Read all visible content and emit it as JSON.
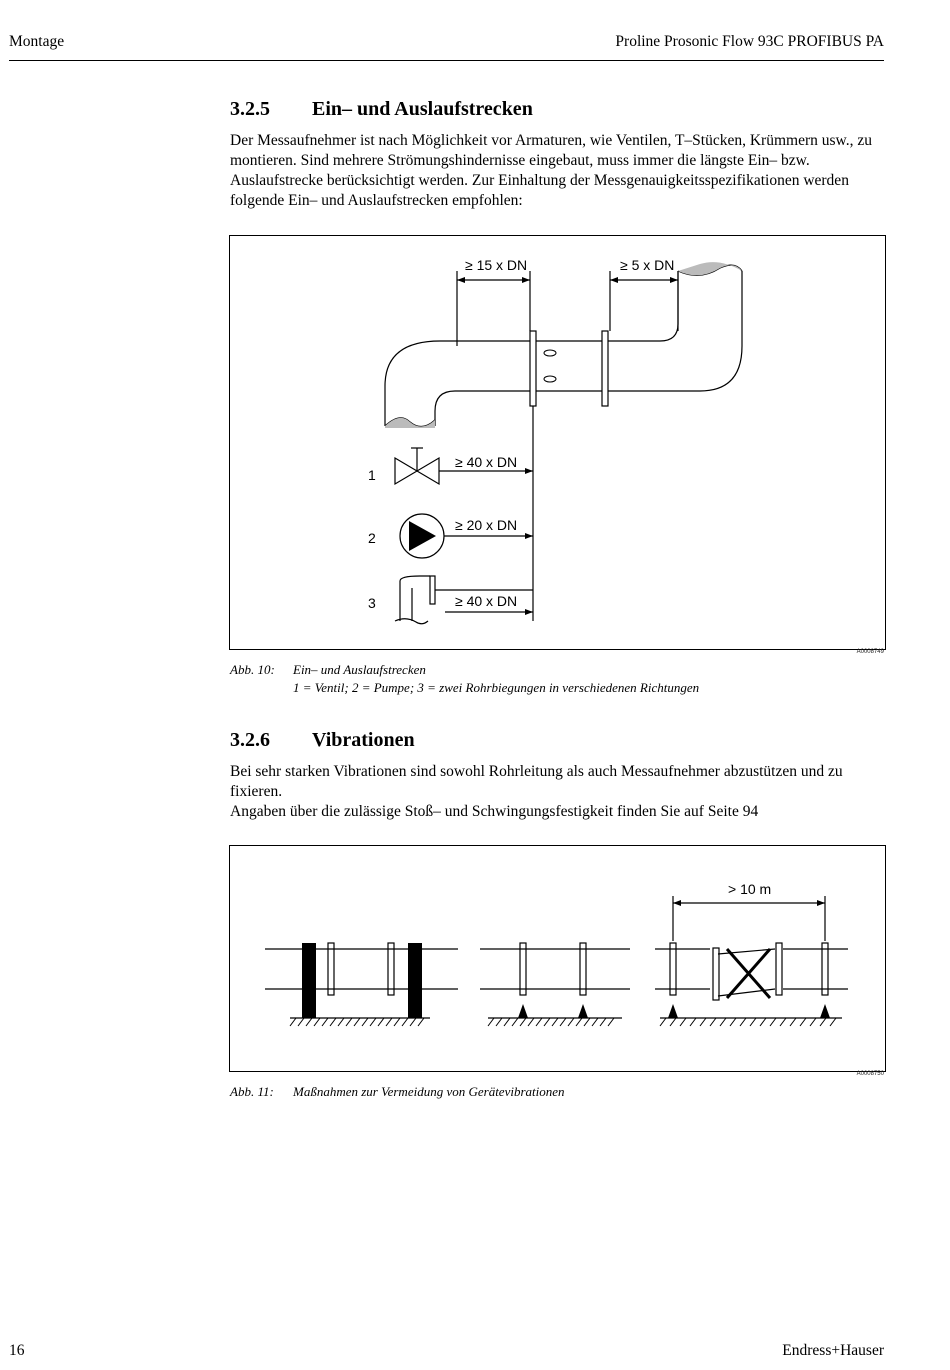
{
  "header": {
    "left": "Montage",
    "right": "Proline Prosonic Flow 93C PROFIBUS PA"
  },
  "section_325": {
    "number": "3.2.5",
    "title": "Ein– und Auslaufstrecken",
    "body": "Der Messaufnehmer ist nach Möglichkeit vor Armaturen, wie Ventilen, T–Stücken, Krümmern usw., zu montieren. Sind mehrere Strömungshindernisse eingebaut, muss immer die längste Ein– bzw. Auslaufstrecke berücksichtigt werden. Zur Einhaltung der Messgenauigkeitsspezifikationen werden folgende Ein– und Auslaufstrecken empfohlen:"
  },
  "figure10": {
    "labels": {
      "inlet": "≥ 15 x DN",
      "outlet": "≥ 5 x DN",
      "valve_dist": "≥ 40 x DN",
      "pump_dist": "≥ 20 x DN",
      "bends_dist": "≥ 40 x DN",
      "n1": "1",
      "n2": "2",
      "n3": "3"
    },
    "id": "A0008749",
    "caption_label": "Abb. 10:",
    "caption_title": "Ein– und Auslaufstrecken",
    "caption_legend": "1 = Ventil; 2 = Pumpe; 3 = zwei Rohrbiegungen in verschiedenen Richtungen"
  },
  "section_326": {
    "number": "3.2.6",
    "title": "Vibrationen",
    "body1": "Bei sehr starken Vibrationen sind sowohl Rohrleitung als auch Messaufnehmer abzustützen und zu fixieren.",
    "body2": "Angaben über die zulässige Stoß– und Schwingungsfestigkeit finden Sie auf Seite 94"
  },
  "figure11": {
    "label_distance": "> 10 m",
    "id": "A0008750",
    "caption_label": "Abb. 11:",
    "caption_title": "Maßnahmen zur Vermeidung von Gerätevibrationen"
  },
  "footer": {
    "page": "16",
    "brand": "Endress+Hauser"
  }
}
